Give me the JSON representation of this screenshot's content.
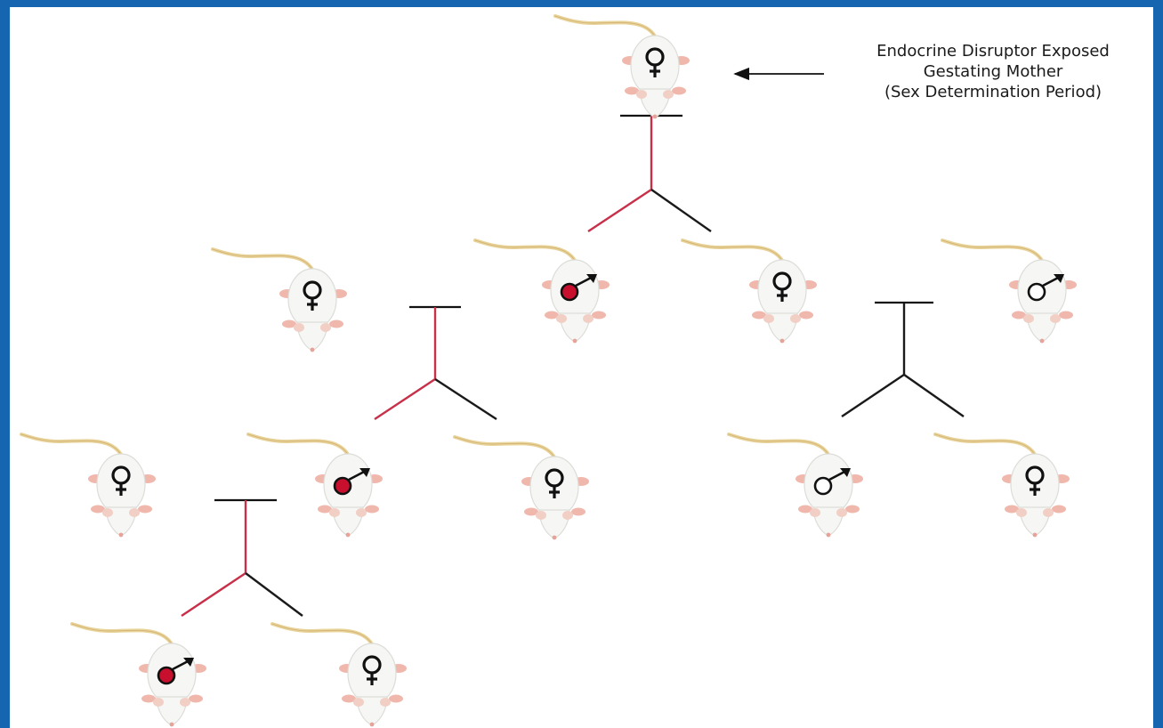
{
  "annotation": {
    "lines": [
      "Endocrine Disruptor Exposed",
      "Gestating Mother",
      "(Sex Determination Period)"
    ]
  },
  "colors": {
    "background_border": "#1565b0",
    "affected_lineage": "#c8304a",
    "unaffected_lineage": "#1a1a1a",
    "affected_male_marker": "#c8102e"
  },
  "rats": [
    {
      "id": "f0-mother",
      "sex": "female",
      "affected": false,
      "label": "exposed gestating mother"
    },
    {
      "id": "f1-female-left",
      "sex": "female",
      "affected": false
    },
    {
      "id": "f1-male-affected",
      "sex": "male",
      "affected": true
    },
    {
      "id": "f1-female-right",
      "sex": "female",
      "affected": false
    },
    {
      "id": "f1-male-outbred",
      "sex": "male",
      "affected": false
    },
    {
      "id": "f2-female-left",
      "sex": "female",
      "affected": false
    },
    {
      "id": "f2-male-affected",
      "sex": "male",
      "affected": true
    },
    {
      "id": "f2-female-mid",
      "sex": "female",
      "affected": false
    },
    {
      "id": "f2-male-control",
      "sex": "male",
      "affected": false
    },
    {
      "id": "f2-female-control",
      "sex": "female",
      "affected": false
    },
    {
      "id": "f3-male-affected",
      "sex": "male",
      "affected": true
    },
    {
      "id": "f3-female",
      "sex": "female",
      "affected": false
    }
  ],
  "crosses": [
    {
      "id": "cross-f0",
      "parent_lineage": "affected",
      "left_child_lineage": "affected",
      "right_child_lineage": "unaffected"
    },
    {
      "id": "cross-f1-left",
      "parent_lineage": "affected",
      "left_child_lineage": "affected",
      "right_child_lineage": "unaffected"
    },
    {
      "id": "cross-f1-right",
      "parent_lineage": "unaffected",
      "left_child_lineage": "unaffected",
      "right_child_lineage": "unaffected"
    },
    {
      "id": "cross-f2-left",
      "parent_lineage": "affected",
      "left_child_lineage": "affected",
      "right_child_lineage": "unaffected"
    }
  ]
}
